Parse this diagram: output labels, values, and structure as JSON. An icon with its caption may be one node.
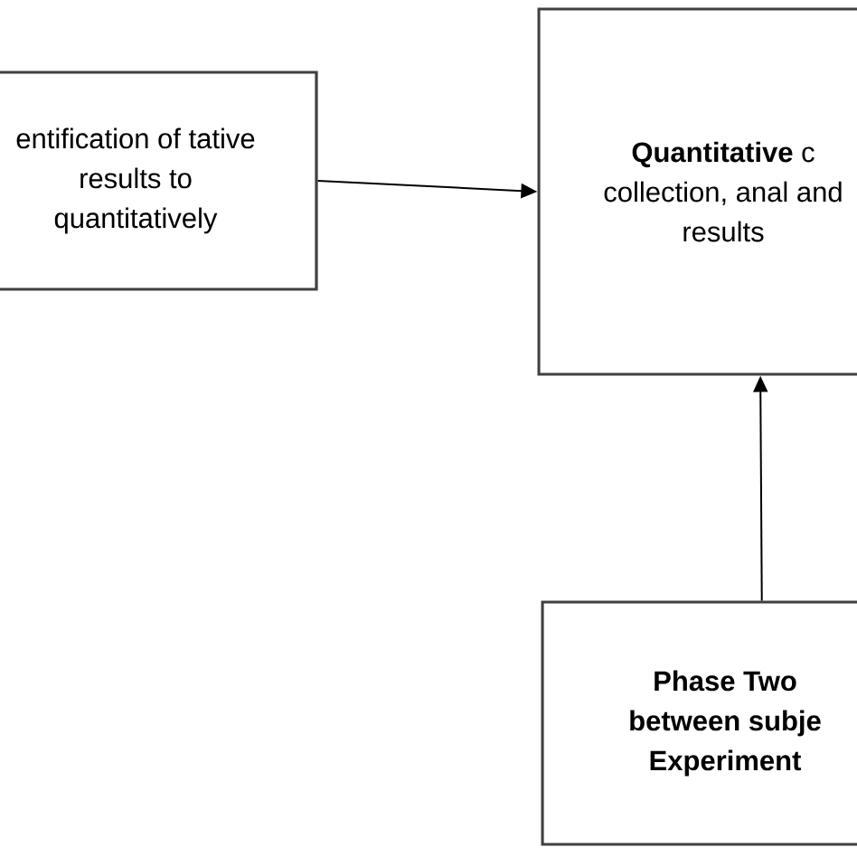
{
  "diagram": {
    "nodes": [
      {
        "text": [
          "entification of tative results to quantitatively"
        ]
      },
      {
        "text": [
          "**Quantitative** c collection, anal and results"
        ]
      },
      {
        "text": [
          "Phase Two between subje Experiment"
        ]
      }
    ],
    "edges": [
      {
        "from": 0,
        "to": 1,
        "arrow": "to"
      },
      {
        "from": 2,
        "to": 1,
        "arrow": "to"
      }
    ]
  }
}
